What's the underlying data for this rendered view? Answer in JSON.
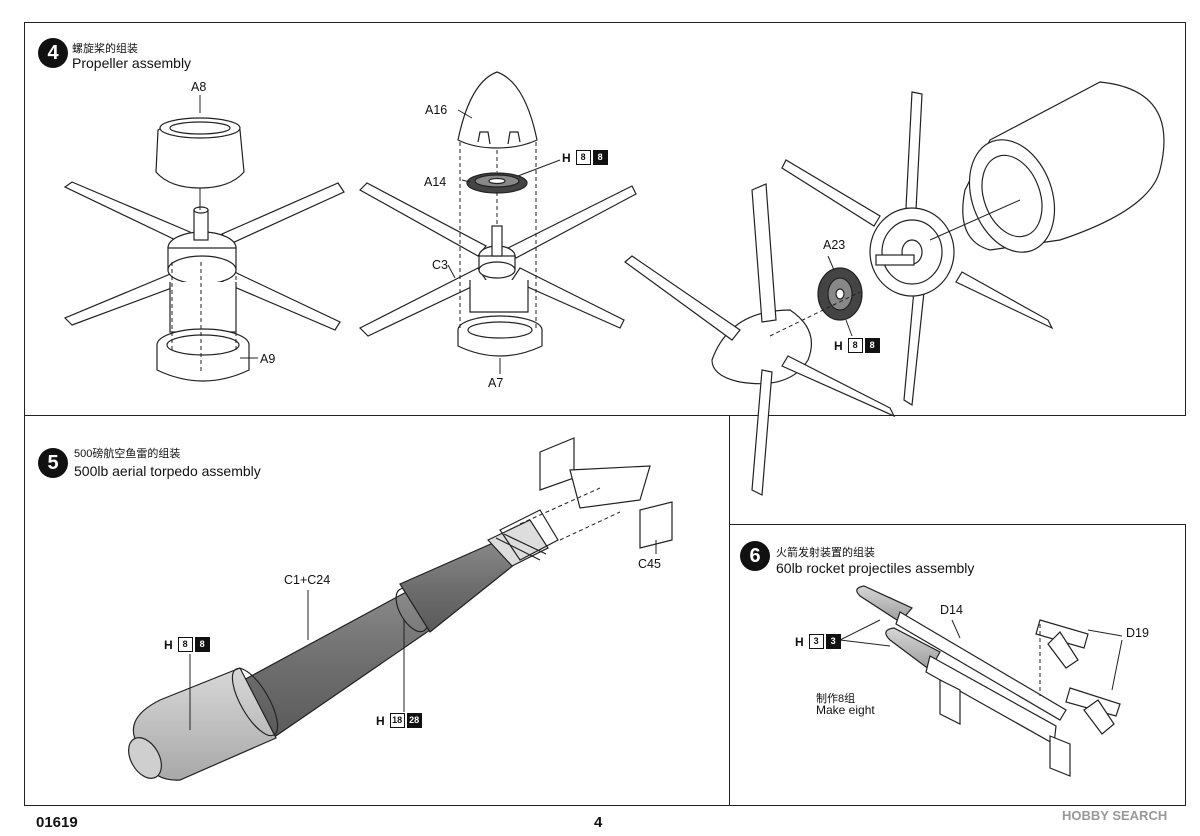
{
  "step4": {
    "number": "4",
    "title_zh": "螺旋桨的组装",
    "title_en": "Propeller assembly",
    "labels": {
      "a8": "A8",
      "a9": "A9",
      "a16": "A16",
      "a14": "A14",
      "c3": "C3",
      "a7": "A7",
      "a23": "A23"
    },
    "paint1": {
      "prefix": "H",
      "a": "8",
      "b": "8"
    },
    "paint2": {
      "prefix": "H",
      "a": "8",
      "b": "8"
    }
  },
  "step5": {
    "number": "5",
    "title_zh": "500磅航空鱼雷的组装",
    "title_en": "500lb aerial torpedo assembly",
    "labels": {
      "c1c24": "C1+C24",
      "c45": "C45"
    },
    "paint1": {
      "prefix": "H",
      "a": "8",
      "b": "8"
    },
    "paint2": {
      "prefix": "H",
      "a": "18",
      "b": "28"
    }
  },
  "step6": {
    "number": "6",
    "title_zh": "火箭发射装置的组装",
    "title_en": "60lb rocket projectiles assembly",
    "labels": {
      "d14": "D14",
      "d19": "D19"
    },
    "paint1": {
      "prefix": "H",
      "a": "3",
      "b": "3"
    },
    "note_zh": "制作8组",
    "note_en": "Make eight"
  },
  "footer": {
    "code": "01619",
    "page": "4"
  },
  "watermark": "HOBBY SEARCH"
}
